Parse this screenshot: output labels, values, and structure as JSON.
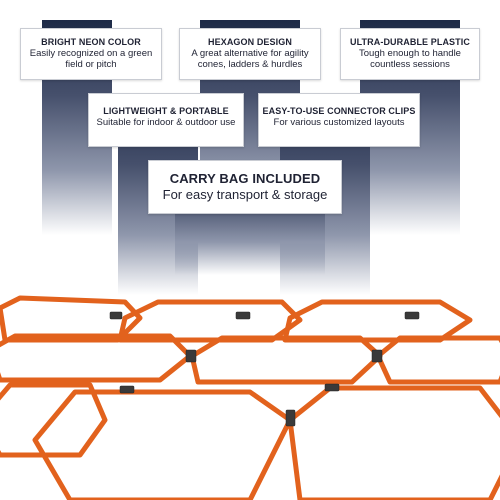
{
  "features": [
    {
      "title": "BRIGHT NEON COLOR",
      "desc": "Easily recognized on a green field or pitch"
    },
    {
      "title": "HEXAGON DESIGN",
      "desc": "A great alternative for agility cones, ladders & hurdles"
    },
    {
      "title": "ULTRA-DURABLE PLASTIC",
      "desc": "Tough enough to handle countless sessions"
    },
    {
      "title": "LIGHTWEIGHT & PORTABLE",
      "desc": "Suitable for indoor & outdoor use"
    },
    {
      "title": "EASY-TO-USE CONNECTOR CLIPS",
      "desc": "For various customized layouts"
    },
    {
      "title": "CARRY BAG INCLUDED",
      "desc": "For easy transport & storage"
    }
  ],
  "colors": {
    "navy": "#1d2a47",
    "hex_orange": "#e2621d",
    "clip_dark": "#3a3a3a"
  }
}
